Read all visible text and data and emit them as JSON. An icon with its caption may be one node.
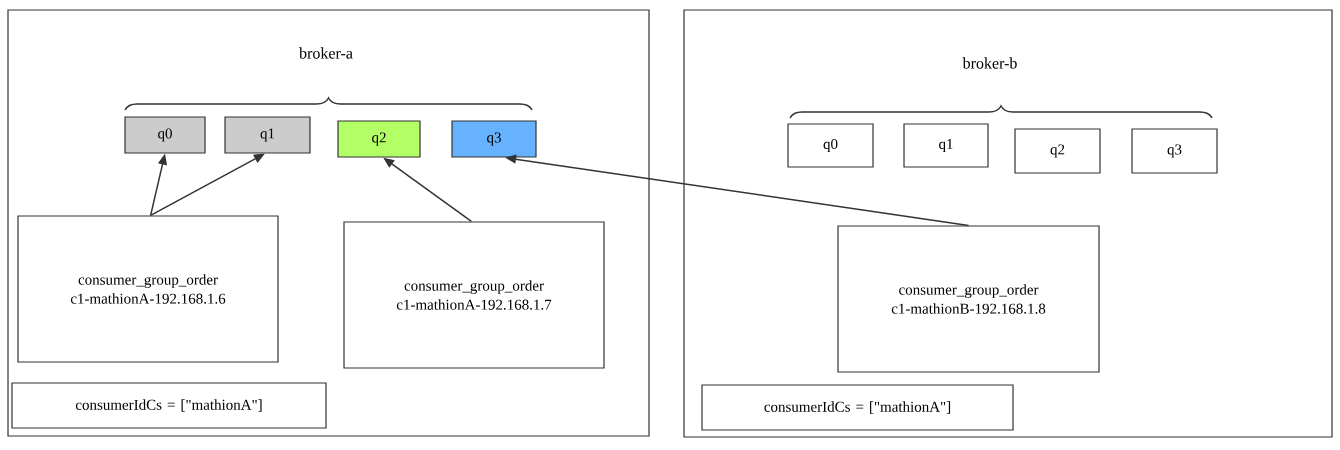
{
  "diagram": {
    "nodes": [
      {
        "text": [
          "broker-a"
        ]
      },
      {
        "text": [
          "q0"
        ],
        "in": 0
      },
      {
        "text": [
          "q1"
        ],
        "in": 0
      },
      {
        "text": [
          "q2"
        ],
        "in": 0
      },
      {
        "text": [
          "q3"
        ],
        "in": 0
      },
      {
        "text": [
          "consumer_group_order c1-mathionA-192.168.1.6"
        ],
        "in": 0
      },
      {
        "text": [
          "consumer_group_order c1-mathionA-192.168.1.7"
        ],
        "in": 0
      },
      {
        "text": [
          "consumerIdCs = [\"mathionA\"]"
        ],
        "in": 0
      },
      {
        "text": [
          "broker-b"
        ]
      },
      {
        "text": [
          "q0"
        ],
        "in": 8
      },
      {
        "text": [
          "q1"
        ],
        "in": 8
      },
      {
        "text": [
          "q2"
        ],
        "in": 8
      },
      {
        "text": [
          "q3"
        ],
        "in": 8
      },
      {
        "text": [
          "consumer_group_order c1-mathionB-192.168.1.8"
        ],
        "in": 8
      },
      {
        "text": [
          "consumerIdCs = [\"mathionA\"]"
        ],
        "in": 8
      }
    ],
    "edges": [
      {
        "from": 5,
        "to": 1,
        "arrow": "to"
      },
      {
        "from": 5,
        "to": 2,
        "arrow": "to"
      },
      {
        "from": 6,
        "to": 3,
        "arrow": "to"
      },
      {
        "from": 13,
        "to": 4,
        "arrow": "to"
      }
    ]
  }
}
